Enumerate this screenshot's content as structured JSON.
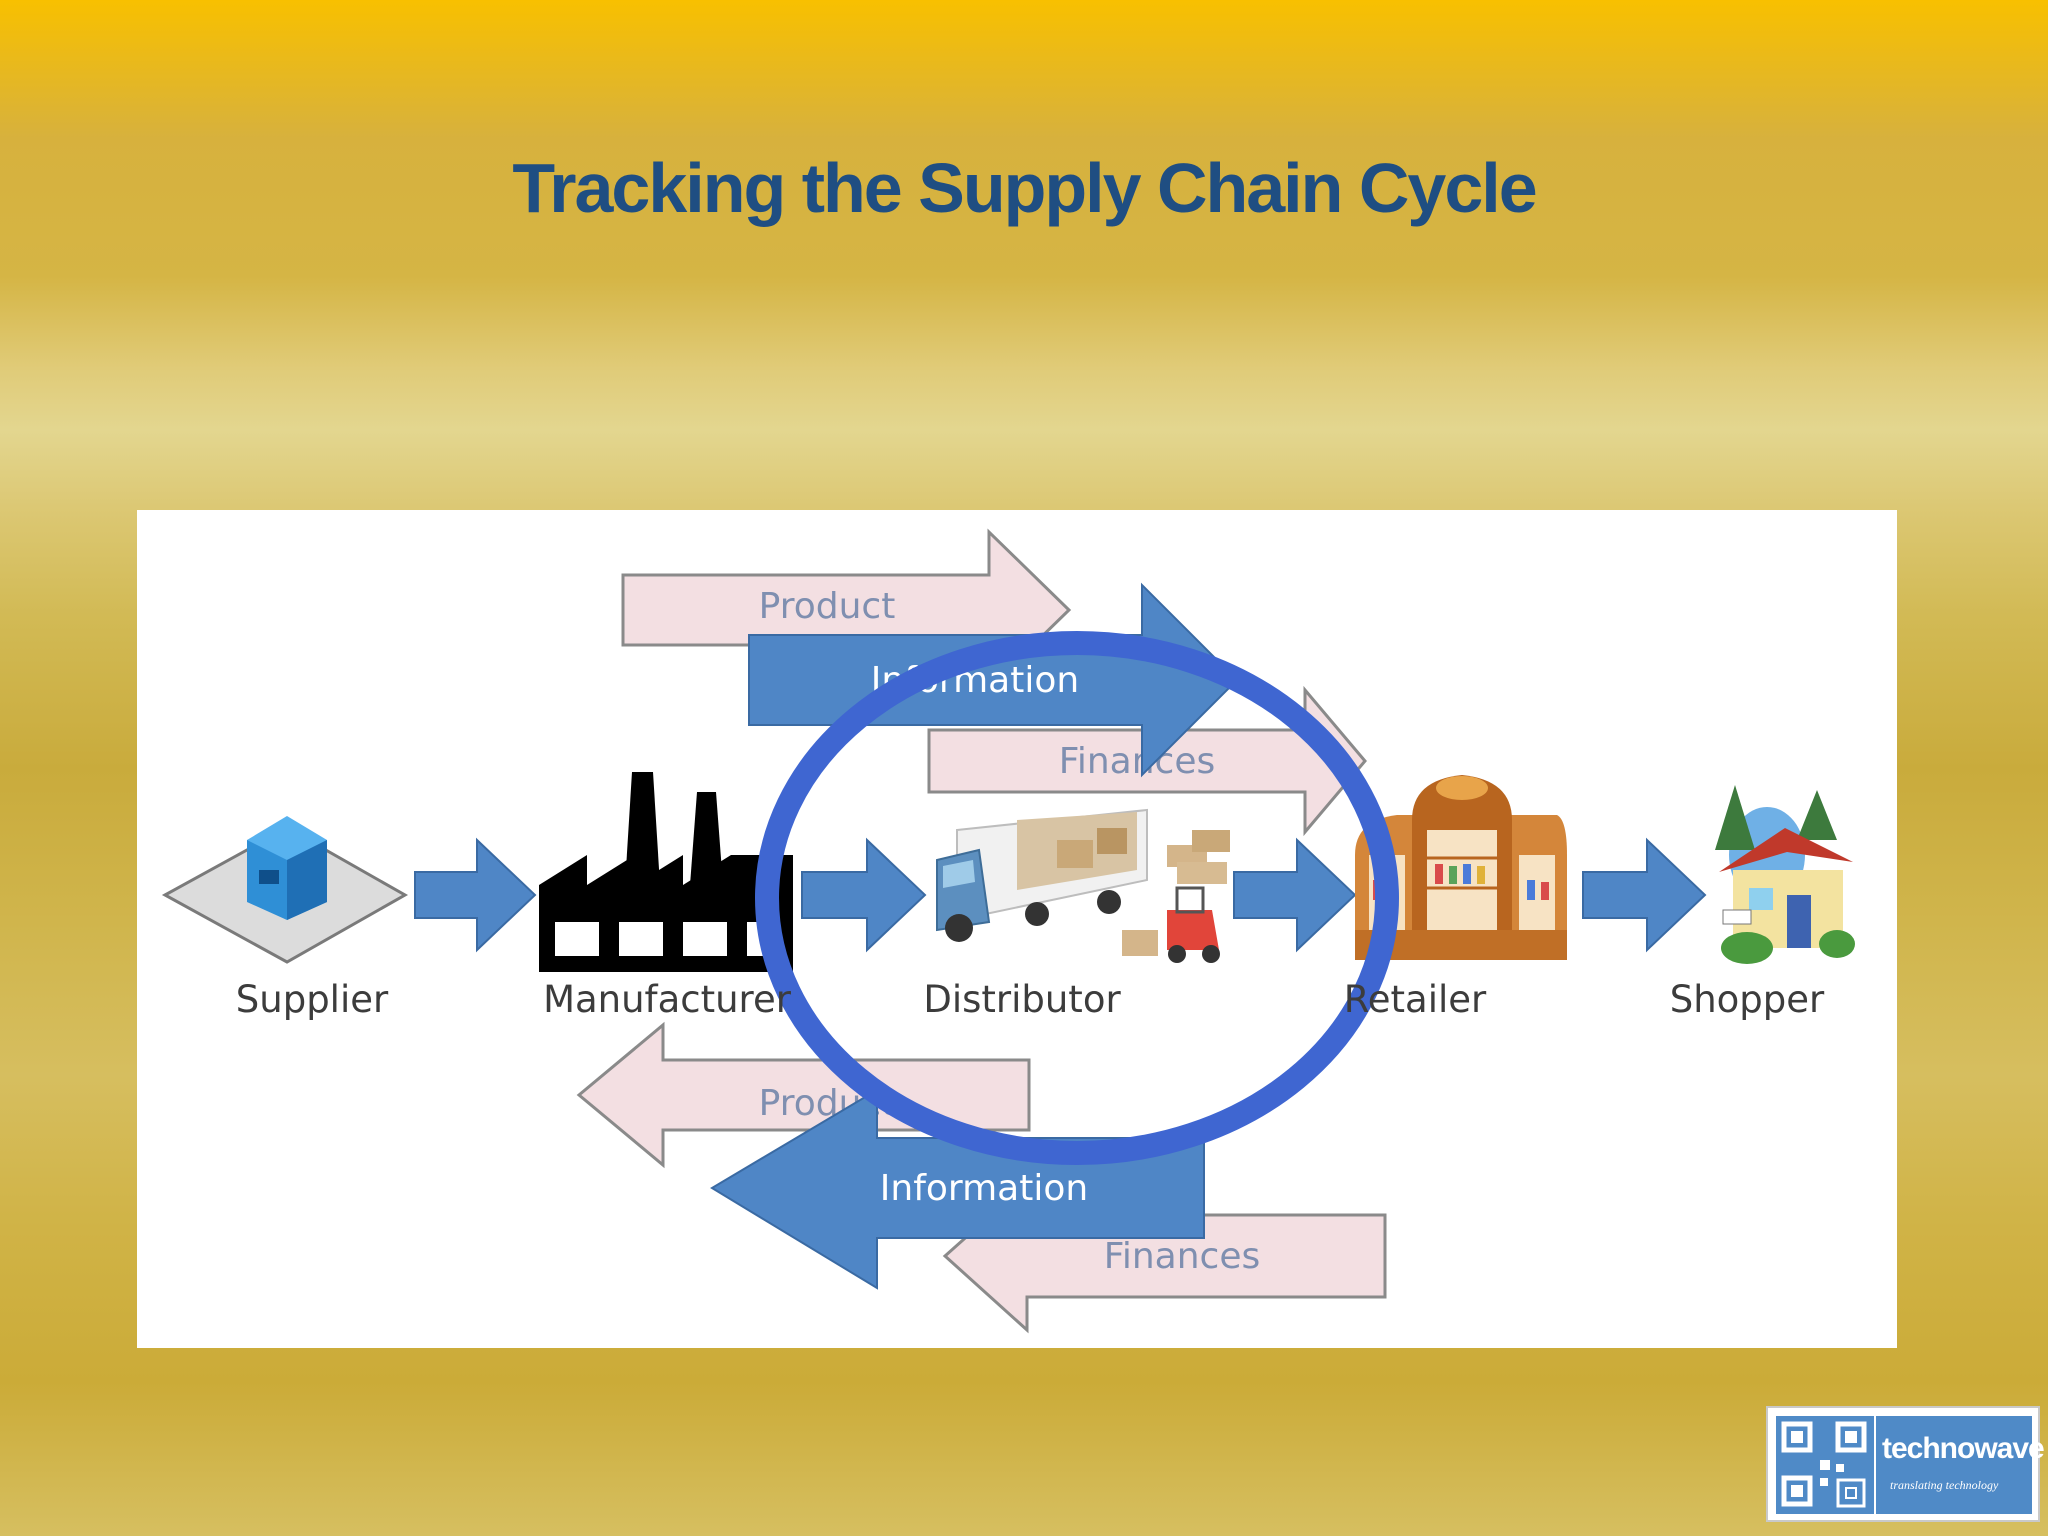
{
  "slide": {
    "title": "Tracking the Supply Chain Cycle"
  },
  "diagram": {
    "stages": [
      {
        "label": "Supplier",
        "icon": "warehouse-icon"
      },
      {
        "label": "Manufacturer",
        "icon": "factory-icon"
      },
      {
        "label": "Distributor",
        "icon": "truck-icon"
      },
      {
        "label": "Retailer",
        "icon": "store-icon"
      },
      {
        "label": "Shopper",
        "icon": "house-icon"
      }
    ],
    "forward_flows": [
      "Product",
      "Information",
      "Finances"
    ],
    "reverse_flows": [
      "Product",
      "Information",
      "Finances"
    ],
    "highlight": "Distributor"
  },
  "logo": {
    "name": "technowave",
    "tagline": "translating technology"
  },
  "colors": {
    "title": "#1f4e82",
    "arrow_blue": "#4f86c6",
    "arrow_pink": "#f2dde0",
    "circle": "#3f66d1"
  }
}
